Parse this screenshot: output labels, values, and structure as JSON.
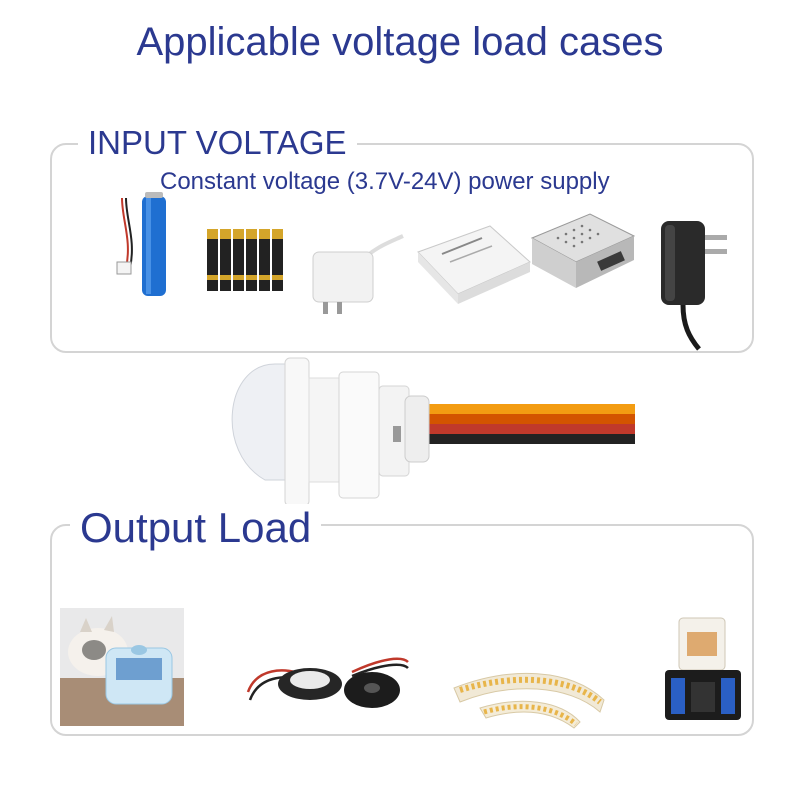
{
  "title": "Applicable voltage load cases",
  "input_section": {
    "heading": "INPUT VOLTAGE",
    "subtitle": "Constant voltage (3.7V-24V) power supply",
    "items": [
      "battery-18650-icon",
      "aa-batteries-icon",
      "usb-charger-icon",
      "led-driver-icon",
      "switching-power-supply-icon",
      "wall-adapter-icon"
    ]
  },
  "sensor": {
    "icon": "pir-motion-sensor-icon"
  },
  "output_section": {
    "heading": "Output Load",
    "items": [
      "pet-water-fountain-photo",
      "buzzer-icon",
      "led-strip-icon",
      "relay-icon"
    ]
  },
  "colors": {
    "accent": "#2b3990",
    "border": "#d4d4d4"
  }
}
